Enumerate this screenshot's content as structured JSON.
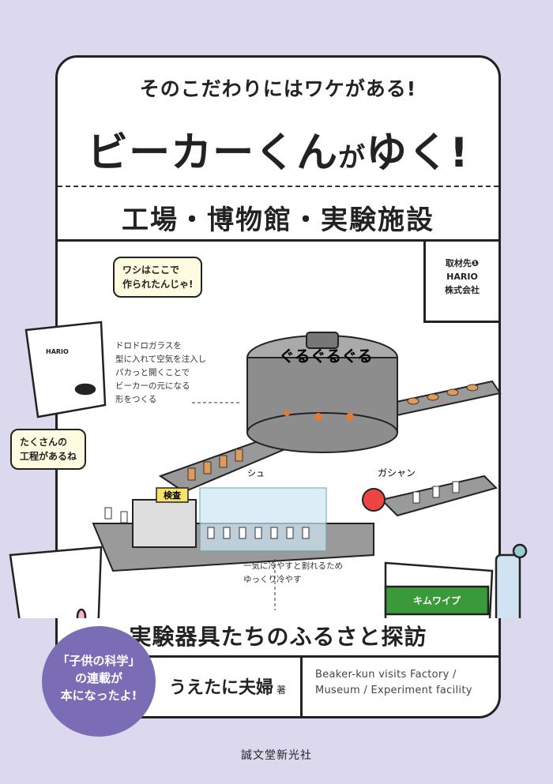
{
  "cover": {
    "catchphrase": "そのこだわりにはワケがある!",
    "title_main": "ビーカーくん",
    "title_particle": "が",
    "title_end": "ゆく!",
    "subtitle": "工場・博物館・実験施設",
    "bottom_title": "実験器具たちのふるさと探訪",
    "author": "うえたに夫婦",
    "author_suffix": "著",
    "english_title_line1": "Beaker-kun visits Factory /",
    "english_title_line2": "Museum / Experiment facility",
    "publisher": "誠文堂新光社",
    "badge": [
      "「子供の科学」",
      "の連載が",
      "本になったよ!"
    ]
  },
  "illustration": {
    "source_label": [
      "取材先❶",
      "HARIO",
      "株式会社"
    ],
    "bubble1": [
      "ワシはここで",
      "作られたんじゃ!"
    ],
    "bubble2": [
      "たくさんの",
      "工程があるね"
    ],
    "note_mold": [
      "ドロドロガラスを",
      "型に入れて空気を注入し",
      "パカっと開くことで",
      "ビーカーの元になる",
      "形をつくる"
    ],
    "note_cool": [
      "一気に冷やすと割れるため",
      "ゆっくり冷やす"
    ],
    "sfx_spin": "ぐるぐるぐる",
    "sfx_clank": "ガシャン",
    "sfx_shu": "シュ",
    "inspection_sign": "検査",
    "beaker_label": "HARIO",
    "tissue_label": "キムワイプ"
  },
  "colors": {
    "background": "#dcd9ee",
    "badge": "#7a6db6",
    "machine": "#8d8d8d",
    "beaker_orange": "#e09a5a"
  }
}
